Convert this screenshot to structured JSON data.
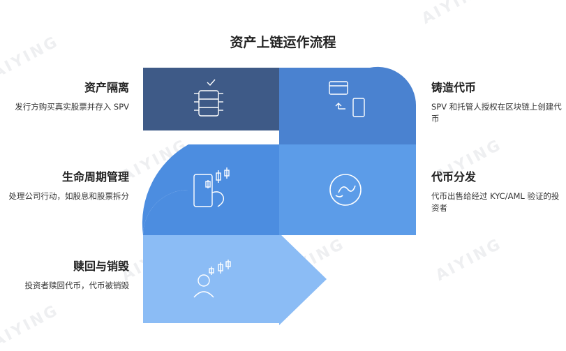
{
  "title": "资产上链运作流程",
  "steps": {
    "s1": {
      "title": "资产隔离",
      "desc": "发行方购买真实股票并存入 SPV"
    },
    "s2": {
      "title": "铸造代币",
      "desc": "SPV 和托管人授权在区块链上创建代币"
    },
    "s3": {
      "title": "生命周期管理",
      "desc": "处理公司行动，如股息和股票拆分"
    },
    "s4": {
      "title": "代币分发",
      "desc": "代币出售给经过 KYC/AML 验证的投资者"
    },
    "s5": {
      "title": "赎回与销毁",
      "desc": "投资者赎回代币，代币被销毁"
    }
  },
  "watermark": "AIYING",
  "colors": {
    "c1": "#3e5a87",
    "c2": "#4a82d0",
    "c3": "#4c8de0",
    "c4": "#5c9ce8",
    "c5": "#8bbcf5"
  },
  "icons": [
    "server-icon",
    "payment-card-phone-icon",
    "phone-chart-hand-icon",
    "circular-exchange-icon",
    "investor-chart-icon"
  ]
}
